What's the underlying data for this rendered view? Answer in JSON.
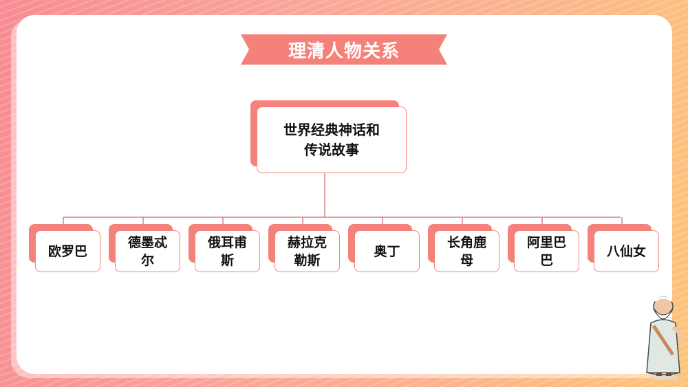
{
  "title": "理清人物关系",
  "root": {
    "line1": "世界经典神话和",
    "line2": "传说故事"
  },
  "children": [
    {
      "line1": "欧罗巴",
      "line2": ""
    },
    {
      "line1": "德墨忒",
      "line2": "尔"
    },
    {
      "line1": "俄耳甫",
      "line2": "斯"
    },
    {
      "line1": "赫拉克",
      "line2": "勒斯"
    },
    {
      "line1": "奥丁",
      "line2": ""
    },
    {
      "line1": "长角鹿",
      "line2": "母"
    },
    {
      "line1": "阿里巴",
      "line2": "巴"
    },
    {
      "line1": "八仙女",
      "line2": ""
    }
  ],
  "colors": {
    "accent": "#f4827b",
    "line": "#c66b66",
    "background_start": "#f78c92",
    "background_end": "#fcc479"
  },
  "decoration": {
    "icon": "greek-philosopher-figure-icon"
  }
}
